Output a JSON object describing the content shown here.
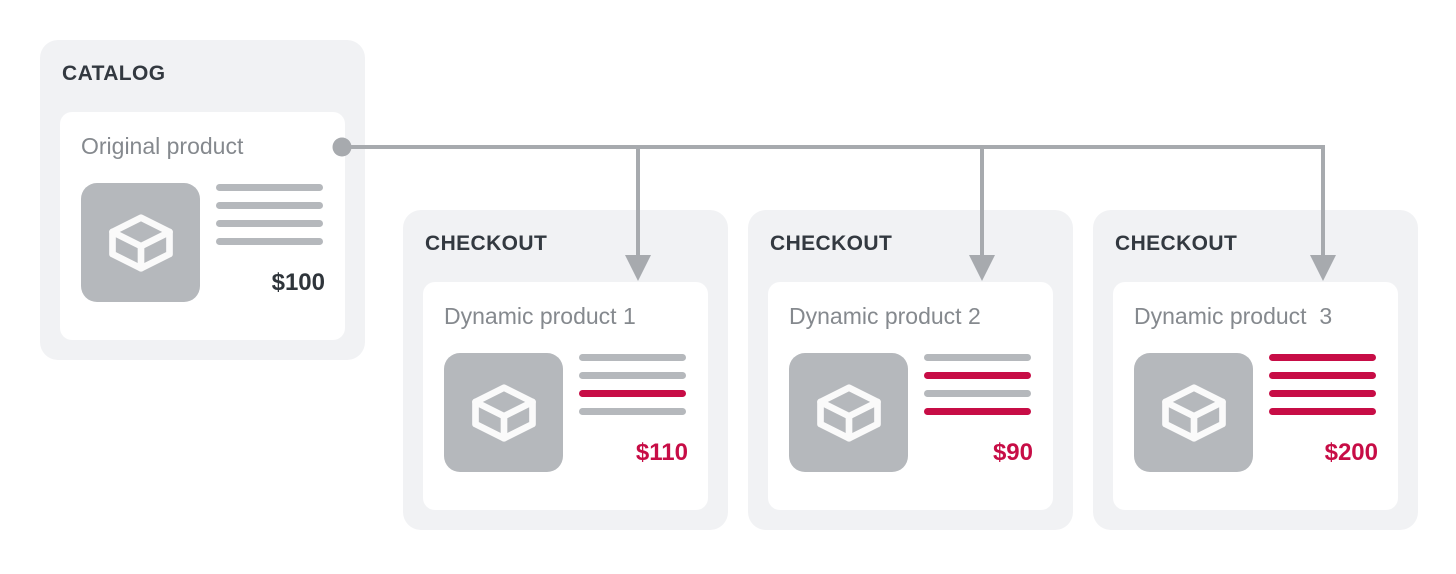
{
  "palette": {
    "panel_bg": "#f1f2f4",
    "card_bg": "#ffffff",
    "heading_text": "#333940",
    "product_name_text": "#85898e",
    "placeholder_gray": "#b5b8bc",
    "price_dark": "#2f353b",
    "accent_red": "#c70d46",
    "connector_gray": "#a7aaae"
  },
  "icons": {
    "product_thumbnail": "box-icon",
    "connector_start": "dot-icon",
    "connector_end": "arrow-down-icon"
  },
  "catalog": {
    "label": "CATALOG",
    "product": {
      "name": "Original product",
      "price": "$100",
      "lines": [
        "gray",
        "gray",
        "gray",
        "gray"
      ]
    }
  },
  "checkouts": [
    {
      "label": "CHECKOUT",
      "product": {
        "name": "Dynamic product 1",
        "price": "$110",
        "lines": [
          "gray",
          "gray",
          "red",
          "gray"
        ]
      }
    },
    {
      "label": "CHECKOUT",
      "product": {
        "name": "Dynamic product 2",
        "price": "$90",
        "lines": [
          "gray",
          "red",
          "gray",
          "red"
        ]
      }
    },
    {
      "label": "CHECKOUT",
      "product": {
        "name": "Dynamic product  3",
        "price": "$200",
        "lines": [
          "red",
          "red",
          "red",
          "red"
        ]
      }
    }
  ]
}
